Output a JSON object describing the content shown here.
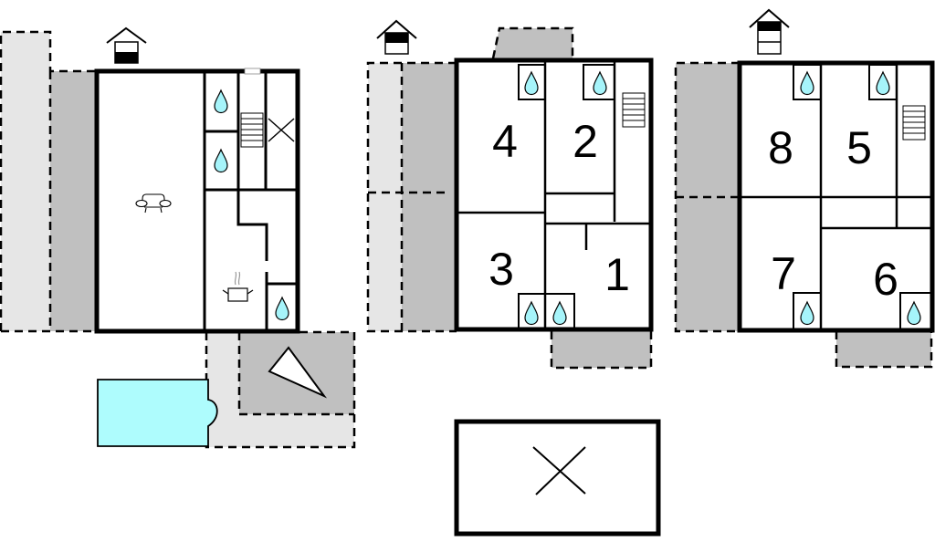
{
  "colors": {
    "wall": "#000000",
    "terrace_dark": "#c0c0c0",
    "terrace_light": "#e6e6e6",
    "pool": "#aefcfd",
    "water_drop": "#a6f4fa",
    "background": "#ffffff"
  },
  "floors": [
    {
      "name": "ground-floor",
      "level_icon": "house-level-icon-ground",
      "features": [
        "living-room-sofa-icon",
        "kitchen-pot-icon",
        "bathroom-drop-icon",
        "bathroom-drop-icon",
        "bathroom-drop-icon",
        "staircase-icon",
        "void-x-icon"
      ]
    },
    {
      "name": "first-floor",
      "level_icon": "house-level-icon-first",
      "bedrooms": [
        {
          "label": "4"
        },
        {
          "label": "2"
        },
        {
          "label": "3"
        },
        {
          "label": "1"
        }
      ]
    },
    {
      "name": "second-floor",
      "level_icon": "house-level-icon-second",
      "bedrooms": [
        {
          "label": "8"
        },
        {
          "label": "5"
        },
        {
          "label": "7"
        },
        {
          "label": "6"
        }
      ]
    }
  ],
  "outdoor": {
    "pool": "swimming-pool",
    "terrace": "terrace-area",
    "north_arrow": "compass-triangle"
  },
  "annex": {
    "name": "annex-building",
    "mark": "x-cross"
  }
}
